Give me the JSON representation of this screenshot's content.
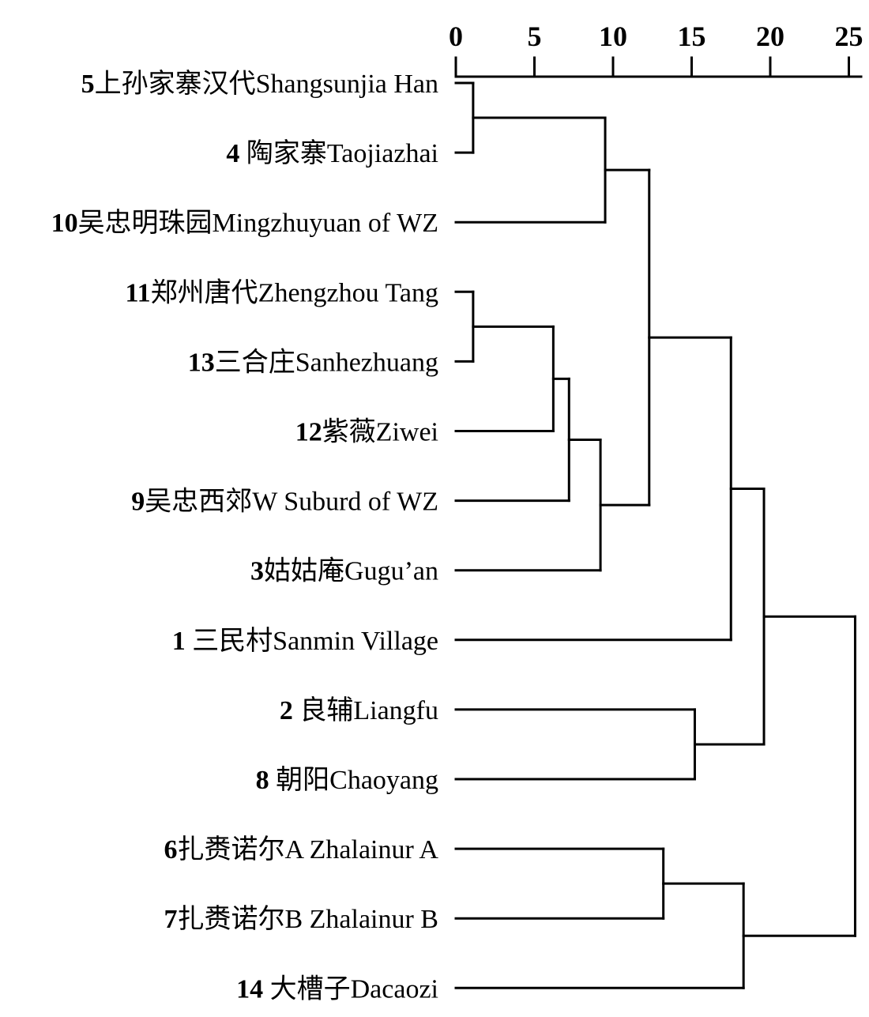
{
  "chart_data": {
    "type": "dendrogram",
    "title": "",
    "xlabel": "",
    "xlim": [
      0,
      25
    ],
    "ticks": [
      "0",
      "5",
      "10",
      "15",
      "20",
      "25"
    ],
    "tick_values": [
      0,
      5,
      10,
      15,
      20,
      25
    ],
    "leaves": [
      {
        "id": "5",
        "num": "5",
        "name": "上孙家寨汉代Shangsunjia Han"
      },
      {
        "id": "4",
        "num": "4",
        "name": " 陶家寨Taojiazhai"
      },
      {
        "id": "10",
        "num": "10",
        "name": "吴忠明珠园Mingzhuyuan of WZ"
      },
      {
        "id": "11",
        "num": "11",
        "name": "郑州唐代Zhengzhou Tang"
      },
      {
        "id": "13",
        "num": "13",
        "name": "三合庄Sanhezhuang"
      },
      {
        "id": "12",
        "num": "12",
        "name": "紫薇Ziwei"
      },
      {
        "id": "9",
        "num": "9",
        "name": "吴忠西郊W  Suburd of WZ"
      },
      {
        "id": "3",
        "num": "3",
        "name": "姑姑庵Gugu’an"
      },
      {
        "id": "1",
        "num": "1",
        "name": " 三民村Sanmin Village"
      },
      {
        "id": "2",
        "num": "2",
        "name": " 良辅Liangfu"
      },
      {
        "id": "8",
        "num": "8",
        "name": " 朝阳Chaoyang"
      },
      {
        "id": "6",
        "num": "6",
        "name": "扎赉诺尔A Zhalainur A"
      },
      {
        "id": "7",
        "num": "7",
        "name": "扎赉诺尔B Zhalainur B"
      },
      {
        "id": "14",
        "num": "14",
        "name": " 大槽子Dacaozi"
      }
    ],
    "merges": [
      {
        "id": "A",
        "left": "5",
        "right": "4",
        "distance": 1.1
      },
      {
        "id": "B",
        "left": "A",
        "right": "10",
        "distance": 9.5
      },
      {
        "id": "C",
        "left": "11",
        "right": "13",
        "distance": 1.1
      },
      {
        "id": "D",
        "left": "C",
        "right": "12",
        "distance": 6.2
      },
      {
        "id": "E",
        "left": "D",
        "right": "9",
        "distance": 7.2
      },
      {
        "id": "F",
        "left": "E",
        "right": "3",
        "distance": 9.2
      },
      {
        "id": "G",
        "left": "B",
        "right": "F",
        "distance": 12.3
      },
      {
        "id": "H",
        "left": "G",
        "right": "1",
        "distance": 17.5
      },
      {
        "id": "I",
        "left": "2",
        "right": "8",
        "distance": 15.2
      },
      {
        "id": "J",
        "left": "H",
        "right": "I",
        "distance": 19.6
      },
      {
        "id": "K",
        "left": "6",
        "right": "7",
        "distance": 13.2
      },
      {
        "id": "L",
        "left": "K",
        "right": "14",
        "distance": 18.3
      },
      {
        "id": "M",
        "left": "J",
        "right": "L",
        "distance": 25.4
      }
    ]
  }
}
